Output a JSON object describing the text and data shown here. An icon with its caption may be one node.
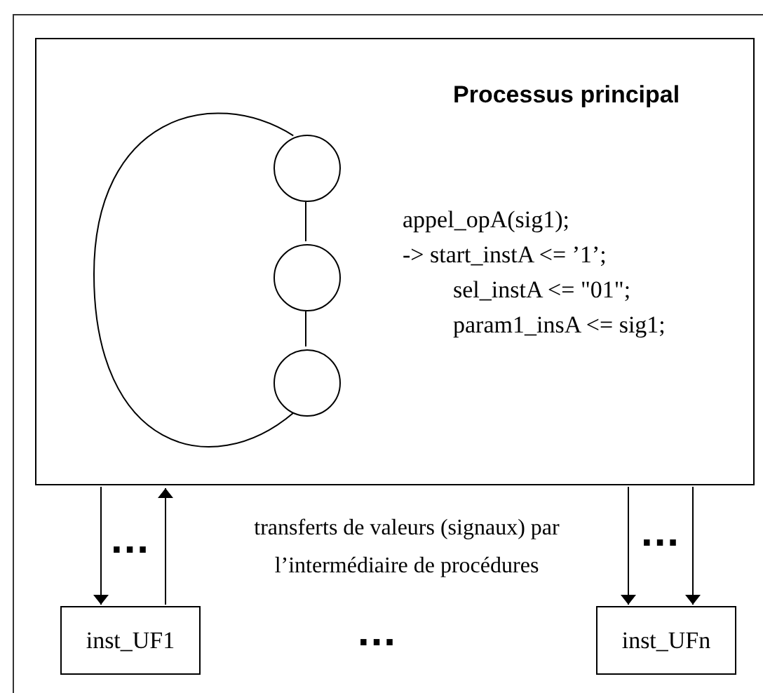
{
  "diagram": {
    "nodes": [
      {
        "text": [
          "Processus principal",
          "appel_opA(sig1);",
          "-> start_instA <= ’1’;",
          "sel_instA <= \"01\";",
          "param1_insA <= sig1;"
        ]
      },
      {
        "text": [],
        "shape": "circle",
        "in": 0
      },
      {
        "text": [],
        "shape": "circle",
        "in": 0
      },
      {
        "text": [],
        "shape": "circle",
        "in": 0
      },
      {
        "text": [
          "inst_UF1"
        ]
      },
      {
        "text": [
          "inst_UFn"
        ]
      }
    ],
    "edges": [
      {
        "from": 1,
        "to": 2,
        "arrow": "none"
      },
      {
        "from": 2,
        "to": 3,
        "arrow": "none"
      },
      {
        "from": 1,
        "to": 3,
        "arrow": "none"
      },
      {
        "from": 0,
        "to": 4,
        "arrow": "to"
      },
      {
        "from": 4,
        "to": 0,
        "arrow": "to"
      },
      {
        "from": 0,
        "to": 5,
        "arrow": "to"
      },
      {
        "from": 0,
        "to": 5,
        "arrow": "to"
      }
    ],
    "labels": [
      "...",
      "transferts de valeurs (signaux) par l’intermédiaire de procédures",
      "...",
      "..."
    ]
  }
}
